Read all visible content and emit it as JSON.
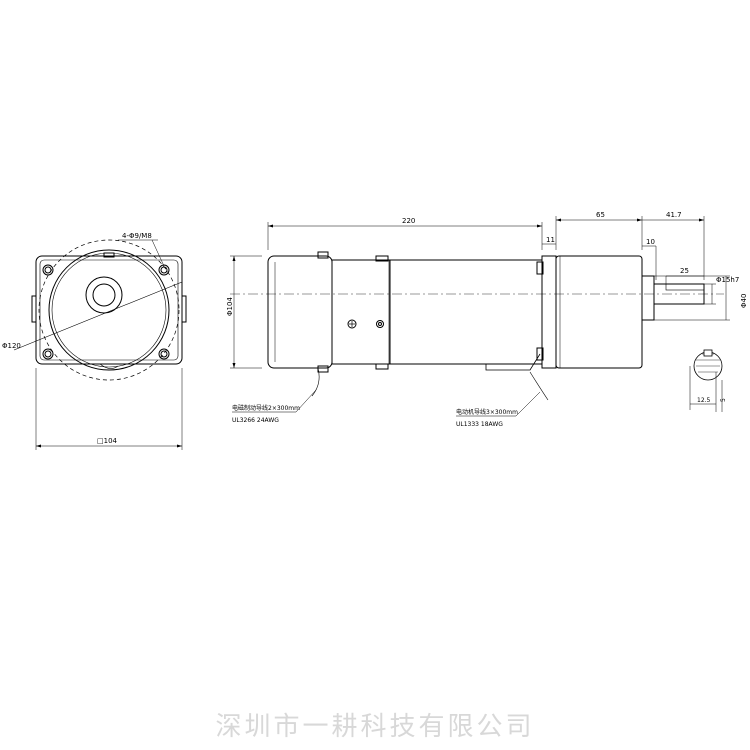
{
  "front_view": {
    "hole_note": "4-Φ9/M8",
    "circle_dim": "Φ120",
    "square_dim": "□104"
  },
  "side_view": {
    "total_length": "220",
    "gearbox_length": "65",
    "shaft_length": "41.7",
    "flange_step": "11",
    "shaft_shoulder": "10",
    "key_length": "25",
    "shaft_dia": "Φ15h7",
    "boss_dia": "Φ40",
    "height_dim": "Φ104",
    "brake_lead_label": "电磁制动导线2×300mm",
    "brake_lead_spec": "UL3266  24AWG",
    "motor_lead_label": "电动机导线3×300mm",
    "motor_lead_spec": "UL1333  18AWG"
  },
  "shaft_section": {
    "key_depth": "12.5",
    "key_width": "5"
  },
  "watermark": "深圳市一耕科技有限公司"
}
